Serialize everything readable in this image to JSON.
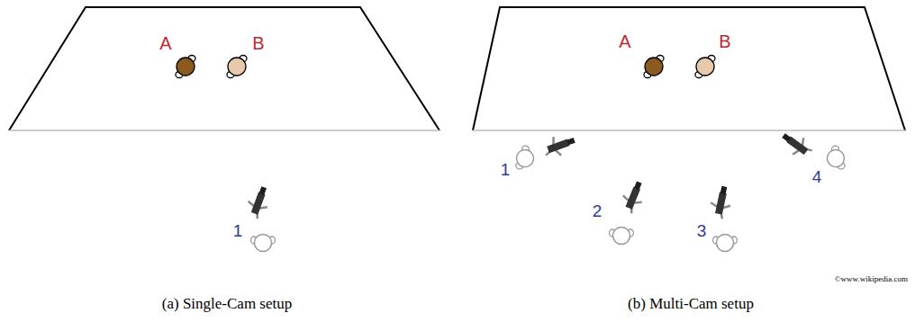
{
  "diagram": {
    "labels": [
      "A",
      "B",
      "1",
      "A",
      "B",
      "1",
      "2",
      "3",
      "4",
      "©www.wikipedia.com",
      "(a) Single-Cam setup",
      "(b) Multi-Cam setup"
    ]
  }
}
